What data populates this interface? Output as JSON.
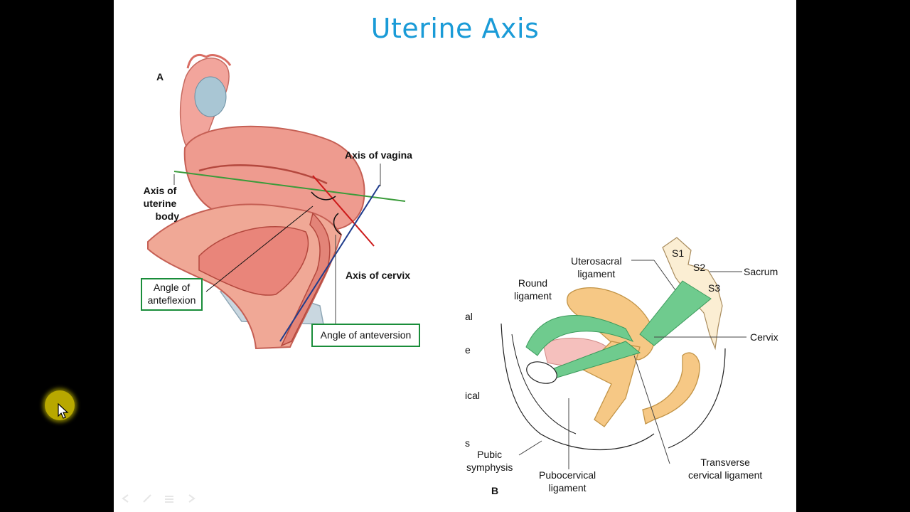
{
  "slide": {
    "title": "Uterine Axis"
  },
  "figure_a": {
    "panel_letter": "A",
    "axis_vagina": "Axis of vagina",
    "axis_uterine_body": [
      "Axis of",
      "uterine",
      "body"
    ],
    "axis_cervix": "Axis of cervix",
    "angle_anteflexion": [
      "Angle of",
      "anteflexion"
    ],
    "angle_anteversion": "Angle of anteversion"
  },
  "figure_b": {
    "panel_letter": "B",
    "uterosacral": [
      "Uterosacral",
      "ligament"
    ],
    "round": [
      "Round",
      "ligament"
    ],
    "sacrum": "Sacrum",
    "s1": "S1",
    "s2": "S2",
    "s3": "S3",
    "cervix": "Cervix",
    "pubic": [
      "Pubic",
      "symphysis"
    ],
    "pubocervical": [
      "Pubocervical",
      "ligament"
    ],
    "transverse": [
      "Transverse",
      "cervical ligament"
    ],
    "cutoff": [
      "al",
      "e",
      "ical",
      "s"
    ]
  },
  "colors": {
    "title": "#1a9bd7",
    "box_border": "#1a8d3a",
    "uterus": "#e98a7f",
    "ligament_green": "#5cc37d",
    "uterus_b": "#f6c885"
  },
  "icons": [
    "pointer-cursor-icon",
    "nav-back-icon",
    "pen-icon",
    "menu-icon",
    "nav-forward-icon"
  ]
}
